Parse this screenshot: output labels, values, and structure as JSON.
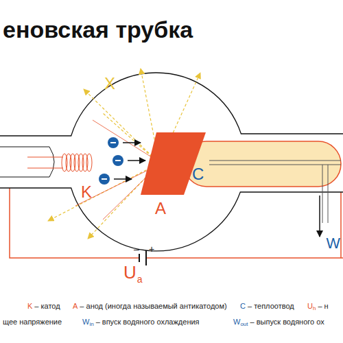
{
  "diagram": {
    "title": "еновская трубка",
    "labels": [
      "X",
      "K",
      "A",
      "C",
      "W",
      "–",
      "+",
      "U",
      "a",
      "K",
      "– катод",
      "A",
      "– анод (иногда называемый антикатодом)",
      "C",
      "– теплоотвод",
      "U",
      "h",
      "– н",
      "щее напряжение",
      "W",
      "in",
      "– впуск водяного охлаждения",
      "W",
      "out",
      "– выпуск водяного ох"
    ]
  }
}
